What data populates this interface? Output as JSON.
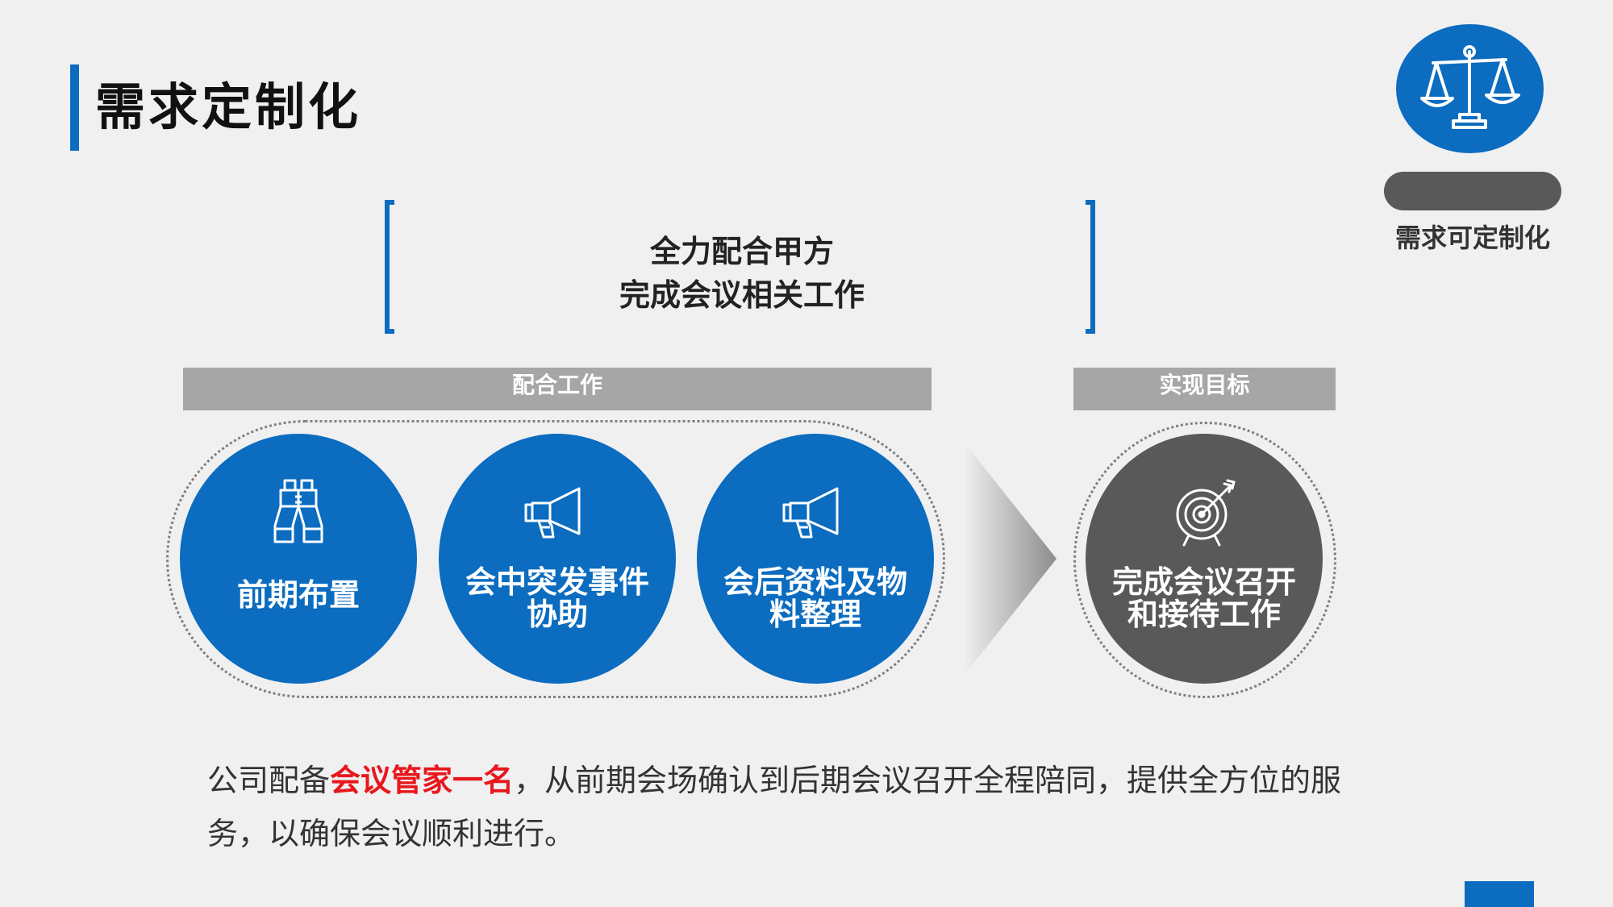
{
  "page_title": "需求定制化",
  "badge": {
    "label": "需求可定制化",
    "icon": "balance-scale-icon"
  },
  "headline": {
    "line1": "全力配合甲方",
    "line2": "完成会议相关工作"
  },
  "bars": {
    "cooperate": "配合工作",
    "goal": "实现目标"
  },
  "steps": [
    {
      "icon": "binoculars-icon",
      "line1": "前期布置",
      "line2": ""
    },
    {
      "icon": "megaphone-icon",
      "line1": "会中突发事件",
      "line2": "协助"
    },
    {
      "icon": "megaphone-icon",
      "line1": "会后资料及物",
      "line2": "料整理"
    }
  ],
  "goal": {
    "icon": "target-icon",
    "line1": "完成会议召开",
    "line2": "和接待工作"
  },
  "summary": {
    "before": "公司配备",
    "highlight": "会议管家一名",
    "after": "，从前期会场确认到后期会议召开全程陪同，提供全方位的服务，以确保会议顺利进行。"
  },
  "colors": {
    "accent": "#0b6cc0",
    "dark": "#595959",
    "bar": "#a6a6a6",
    "highlight": "#e8171d",
    "background": "#f0f0f0"
  }
}
